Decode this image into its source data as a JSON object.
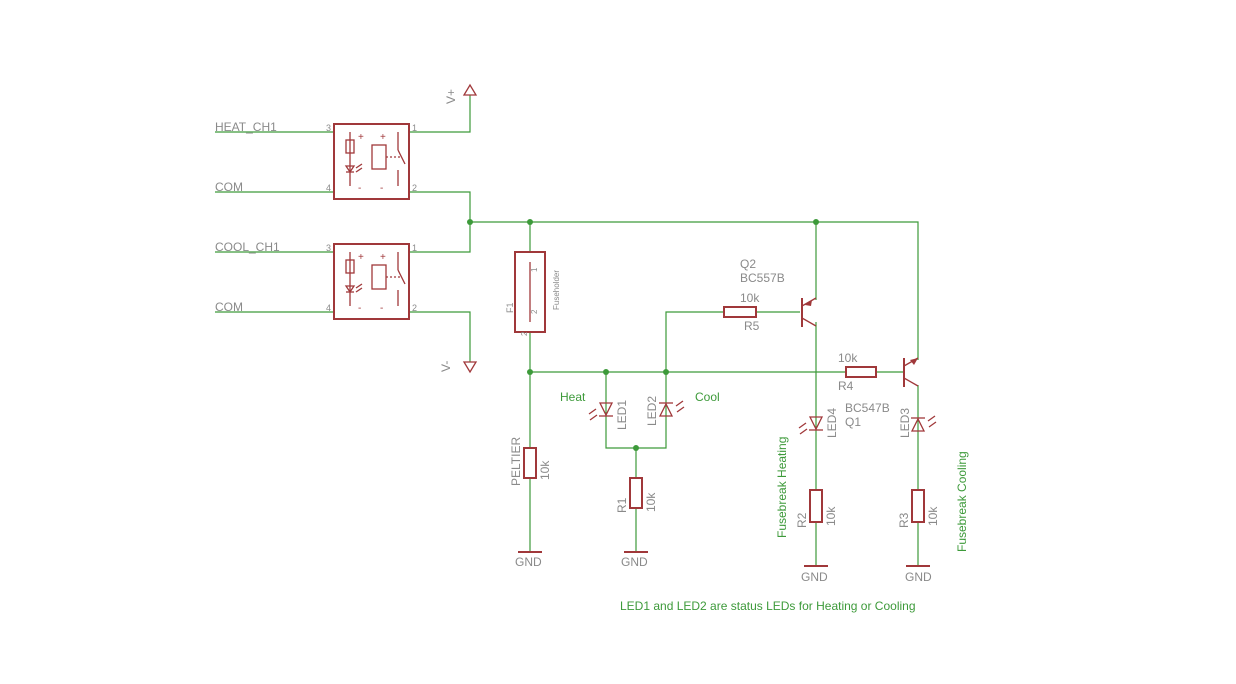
{
  "nets": {
    "heat_ch1": "HEAT_CH1",
    "com_1": "COM",
    "cool_ch1": "COOL_CH1",
    "com_2": "COM",
    "v_plus": "V+",
    "v_minus": "V-",
    "gnd": [
      "GND",
      "GND",
      "GND",
      "GND"
    ]
  },
  "relays": [
    {
      "pins": [
        "3",
        "4",
        "1",
        "2"
      ],
      "plus": "+",
      "minus": "-"
    },
    {
      "pins": [
        "3",
        "4",
        "1",
        "2"
      ],
      "plus": "+",
      "minus": "-"
    }
  ],
  "fuse": {
    "name": "F1",
    "package": "Fuseholder",
    "pin1": "1",
    "pin2": "2",
    "pin2b": "2"
  },
  "resistors": {
    "peltier": {
      "name": "PELTIER",
      "value": "10k"
    },
    "r1": {
      "name": "R1",
      "value": "10k"
    },
    "r2": {
      "name": "R2",
      "value": "10k"
    },
    "r3": {
      "name": "R3",
      "value": "10k"
    },
    "r4": {
      "name": "R4",
      "value": "10k"
    },
    "r5": {
      "name": "R5",
      "value": "10k"
    }
  },
  "transistors": {
    "q1": {
      "name": "Q1",
      "value": "BC547B"
    },
    "q2": {
      "name": "Q2",
      "value": "BC557B"
    }
  },
  "leds": {
    "led1": {
      "name": "LED1",
      "label": "Heat"
    },
    "led2": {
      "name": "LED2",
      "label": "Cool"
    },
    "led3": {
      "name": "LED3",
      "label": "Fusebreak Cooling"
    },
    "led4": {
      "name": "LED4",
      "label": "Fusebreak Heating"
    }
  },
  "note": "LED1 and LED2 are status LEDs for Heating or Cooling",
  "colors": {
    "wire": "#3d9a3a",
    "component": "#a0383a",
    "label": "#8a8a8a",
    "annotation": "#3d9a3a"
  }
}
